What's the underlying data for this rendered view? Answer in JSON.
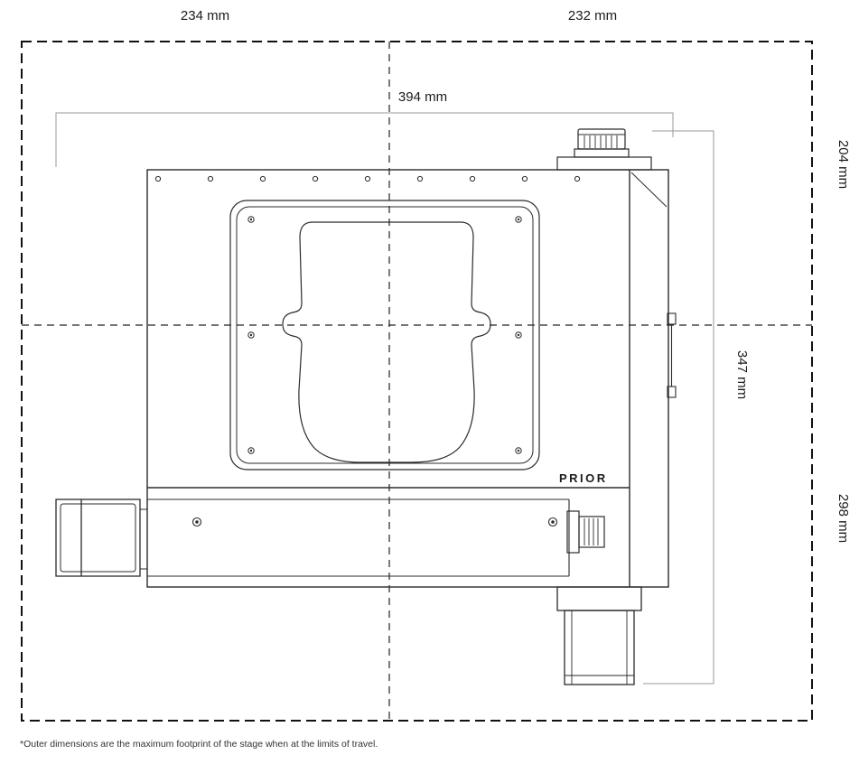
{
  "page": {
    "background": "#ffffff",
    "line_color": "#2b2b2b",
    "dim_line_color": "#999999",
    "dash_color": "#111111"
  },
  "drawing": {
    "type": "technical-drawing-stage-top-view",
    "logo": "PRIOR",
    "footnote": "*Outer dimensions are the maximum footprint of the stage when at the limits of travel.",
    "dimensions": {
      "footprint_width_left": "234 mm",
      "footprint_width_right": "232 mm",
      "stage_width": "394 mm",
      "footprint_height_top": "204 mm",
      "stage_height": "347 mm",
      "footprint_height_bottom": "298 mm"
    }
  }
}
